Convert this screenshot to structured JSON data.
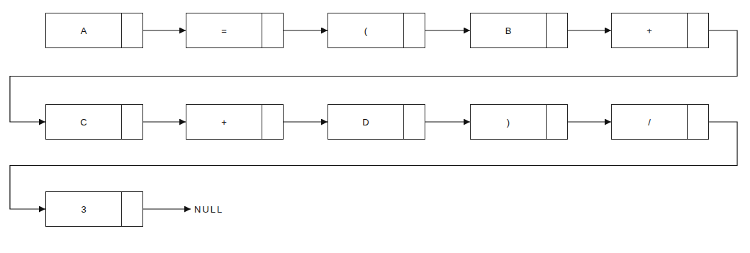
{
  "diagram": {
    "nodes": [
      {
        "text": [
          "A"
        ]
      },
      {
        "text": [
          "="
        ]
      },
      {
        "text": [
          "("
        ]
      },
      {
        "text": [
          "B"
        ]
      },
      {
        "text": [
          "+"
        ]
      },
      {
        "text": [
          "C"
        ]
      },
      {
        "text": [
          "+"
        ]
      },
      {
        "text": [
          "D"
        ]
      },
      {
        "text": [
          ")"
        ]
      },
      {
        "text": [
          "/"
        ]
      },
      {
        "text": [
          "3"
        ]
      }
    ],
    "edges": [
      {
        "from": 0,
        "to": 1,
        "arrow": "to"
      },
      {
        "from": 1,
        "to": 2,
        "arrow": "to"
      },
      {
        "from": 2,
        "to": 3,
        "arrow": "to"
      },
      {
        "from": 3,
        "to": 4,
        "arrow": "to"
      },
      {
        "from": 4,
        "to": 5,
        "arrow": "to"
      },
      {
        "from": 5,
        "to": 6,
        "arrow": "to"
      },
      {
        "from": 6,
        "to": 7,
        "arrow": "to"
      },
      {
        "from": 7,
        "to": 8,
        "arrow": "to"
      },
      {
        "from": 8,
        "to": 9,
        "arrow": "to"
      },
      {
        "from": 9,
        "to": 10,
        "arrow": "to"
      }
    ],
    "labels": [
      "NULL"
    ]
  }
}
